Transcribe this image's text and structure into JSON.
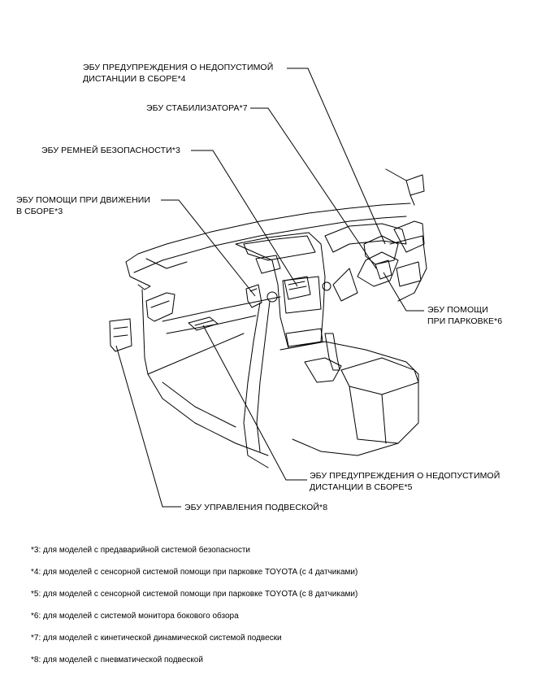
{
  "labels": {
    "distance_warning_4": "ЭБУ ПРЕДУПРЕЖДЕНИЯ О НЕДОПУСТИМОЙ\nДИСТАНЦИИ В СБОРЕ*4",
    "stabilizer_7": "ЭБУ СТАБИЛИЗАТОРА*7",
    "seatbelt_3": "ЭБУ РЕМНЕЙ БЕЗОПАСНОСТИ*3",
    "drive_assist_3": "ЭБУ ПОМОЩИ ПРИ ДВИЖЕНИИ\nВ СБОРЕ*3",
    "parking_assist_6": "ЭБУ ПОМОЩИ\nПРИ ПАРКОВКЕ*6",
    "distance_warning_5": "ЭБУ ПРЕДУПРЕЖДЕНИЯ О НЕДОПУСТИМОЙ\nДИСТАНЦИИ В СБОРЕ*5",
    "suspension_8": "ЭБУ УПРАВЛЕНИЯ ПОДВЕСКОЙ*8"
  },
  "notes": [
    "*3: для моделей с предаварийной системой безопасности",
    "*4: для моделей с сенсорной системой помощи при парковке TOYOTA (с 4 датчиками)",
    "*5: для моделей с сенсорной системой помощи при парковке TOYOTA (с 8 датчиками)",
    "*6: для моделей с системой монитора бокового обзора",
    "*7: для моделей с кинетической динамической системой подвески",
    "*8: для моделей с пневматической подвеской"
  ]
}
